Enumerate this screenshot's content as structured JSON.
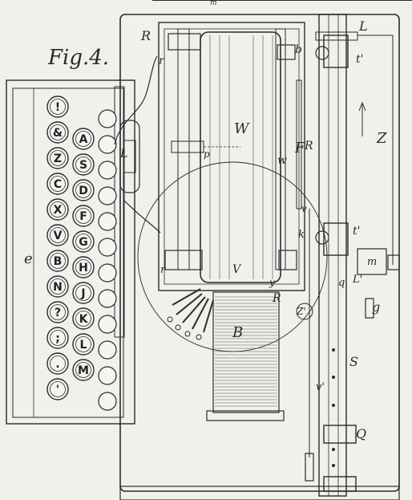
{
  "figure": {
    "title": "Fig.4.",
    "top_mark": "m"
  },
  "keyboard": {
    "col_a": [
      "!",
      "&",
      "Z",
      "C",
      "X",
      "V",
      "B",
      "N",
      "?",
      ";",
      ".",
      "'"
    ],
    "col_b": [
      "A",
      "S",
      "D",
      "F",
      "G",
      "H",
      "J",
      "K",
      "L",
      "M"
    ]
  },
  "labels": {
    "R_top": "R",
    "r_top": "r",
    "b": "b",
    "L_top": "L",
    "t_top": "t'",
    "W": "W",
    "F": "F",
    "R_mid": "R",
    "w": "w",
    "Z": "Z",
    "L_mid": "L",
    "v_small": "v",
    "k": "k",
    "t_mid": "t'",
    "e": "e",
    "r_low": "r",
    "V": "V",
    "m": "m",
    "q": "q",
    "L_low": "L'",
    "R_low": "R",
    "Z_prime": "Z'",
    "g": "g",
    "B": "B",
    "S": "S",
    "v_prime": "v'",
    "Q": "Q",
    "p": "p",
    "y": "y"
  },
  "colors": {
    "paper": "#eef1ec",
    "ink": "#2b2b2b"
  }
}
